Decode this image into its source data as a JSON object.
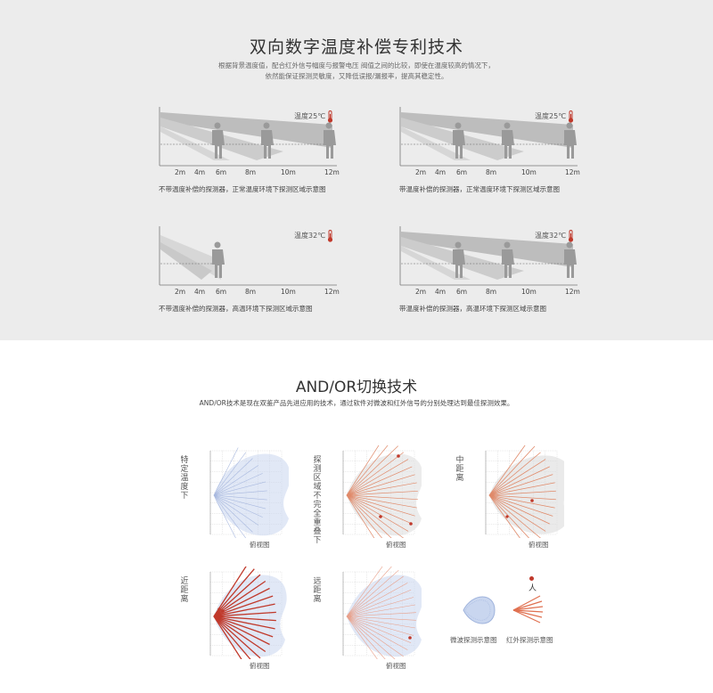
{
  "section1": {
    "title": "双向数字温度补偿专利技术",
    "intro_lines": [
      "根据背景温度值，配合红外信号幅度与报警电压 阀值之间的比较，即使在温度较高的情况下，",
      "依然能保证探测灵敏度，又降低误报/漏报率，提高其稳定性。"
    ],
    "panels": [
      {
        "temp": "温度25℃",
        "caption": "不带温度补偿的探测器，正常温度环境下探测区域示意图",
        "ticks": [
          "2m",
          "4m",
          "6m",
          "8m",
          "10m",
          "12m"
        ],
        "thermo_icon": "thermometer-icon"
      },
      {
        "temp": "温度25℃",
        "caption": "带温度补偿的探测器，正常温度环境下探测区域示意图",
        "ticks": [
          "2m",
          "4m",
          "6m",
          "8m",
          "10m",
          "12m"
        ],
        "thermo_icon": "thermometer-icon"
      },
      {
        "temp": "温度32℃",
        "caption": "不带温度补偿的探测器，高温环境下探测区域示意图",
        "ticks": [
          "2m",
          "4m",
          "6m",
          "8m",
          "10m",
          "12m"
        ],
        "thermo_icon": "thermometer-icon"
      },
      {
        "temp": "温度32℃",
        "caption": "带温度补偿的探测器，高温环境下探测区域示意图",
        "ticks": [
          "2m",
          "4m",
          "6m",
          "8m",
          "10m",
          "12m"
        ],
        "thermo_icon": "thermometer-icon"
      }
    ]
  },
  "section2": {
    "title": "AND/OR切换技术",
    "desc": "AND/OR技术是现在双鉴产品先进应用的技术，通过软件对微波和红外信号的分别处理达到最佳探测效果。",
    "diagrams": [
      {
        "label": "特定温度下",
        "view": "俯视图"
      },
      {
        "label": "探测区域不完全重叠下",
        "view": "俯视图"
      },
      {
        "label": "中距离",
        "view": "俯视图"
      },
      {
        "label": "近距离",
        "view": "俯视图"
      },
      {
        "label": "远距离",
        "view": "俯视图"
      }
    ],
    "legend": {
      "person": "人",
      "microwave": "微波探测示意图",
      "infrared": "红外探测示意图"
    }
  },
  "colors": {
    "accent_red": "#c0392b",
    "microwave_blue": "#9fb3dc",
    "infrared_orange": "#e0704a"
  }
}
